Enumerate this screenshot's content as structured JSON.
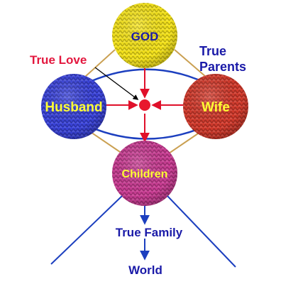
{
  "colors": {
    "god": "#f4e21a",
    "husband": "#3a43d9",
    "wife": "#d23a2c",
    "children": "#c83c92",
    "god_text": "#1b1ba8",
    "node_text": "#ffff33",
    "blue_text": "#1a1aa8",
    "red_text": "#e3173e",
    "blue_line": "#1c3fbf",
    "red_line": "#e0102a",
    "gold_line": "#caa052"
  },
  "nodes": {
    "god": "GOD",
    "husband": "Husband",
    "wife": "Wife",
    "children": "Children"
  },
  "labels": {
    "true_love": "True Love",
    "true_parents_1": "True",
    "true_parents_2": "Parents",
    "true_family": "True Family",
    "world": "World"
  }
}
